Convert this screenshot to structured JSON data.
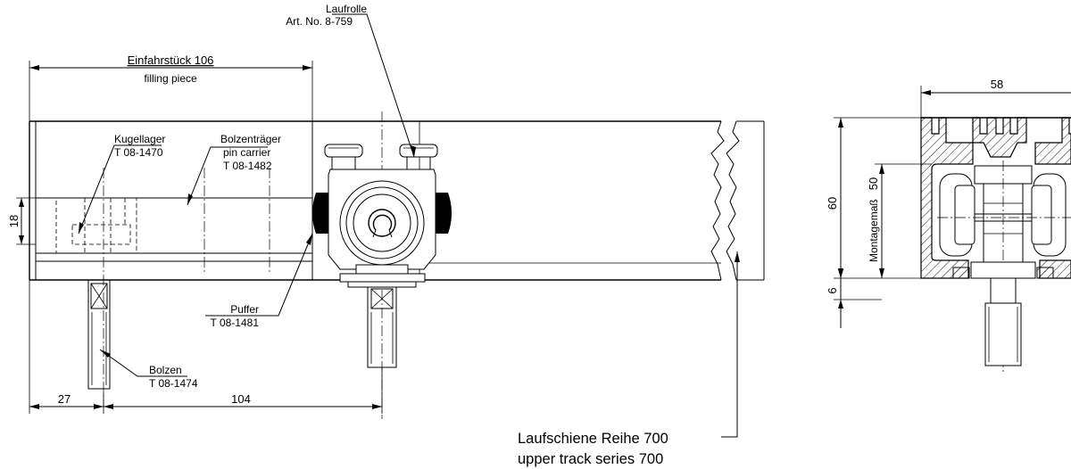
{
  "labels": {
    "laufrolle": "Laufrolle",
    "laufrolle_art": "Art. No. 8-759",
    "einfahrstueck": "Einfahrstück 106",
    "filling_piece": "filling piece",
    "kugellager": "Kugellager",
    "kugellager_no": "T 08-1470",
    "bolzentraeger": "Bolzenträger",
    "pin_carrier": "pin carrier",
    "bolzentraeger_no": "T 08-1482",
    "puffer": "Puffer",
    "puffer_no": "T 08-1481",
    "bolzen": "Bolzen",
    "bolzen_no": "T 08-1474",
    "laufschiene": "Laufschiene Reihe 700",
    "upper_track": "upper track series 700",
    "montagemass": "Montagemaß"
  },
  "dimensions": {
    "d18": "18",
    "d27": "27",
    "d104": "104",
    "d58": "58",
    "d60": "60",
    "d50": "50",
    "d6": "6"
  }
}
